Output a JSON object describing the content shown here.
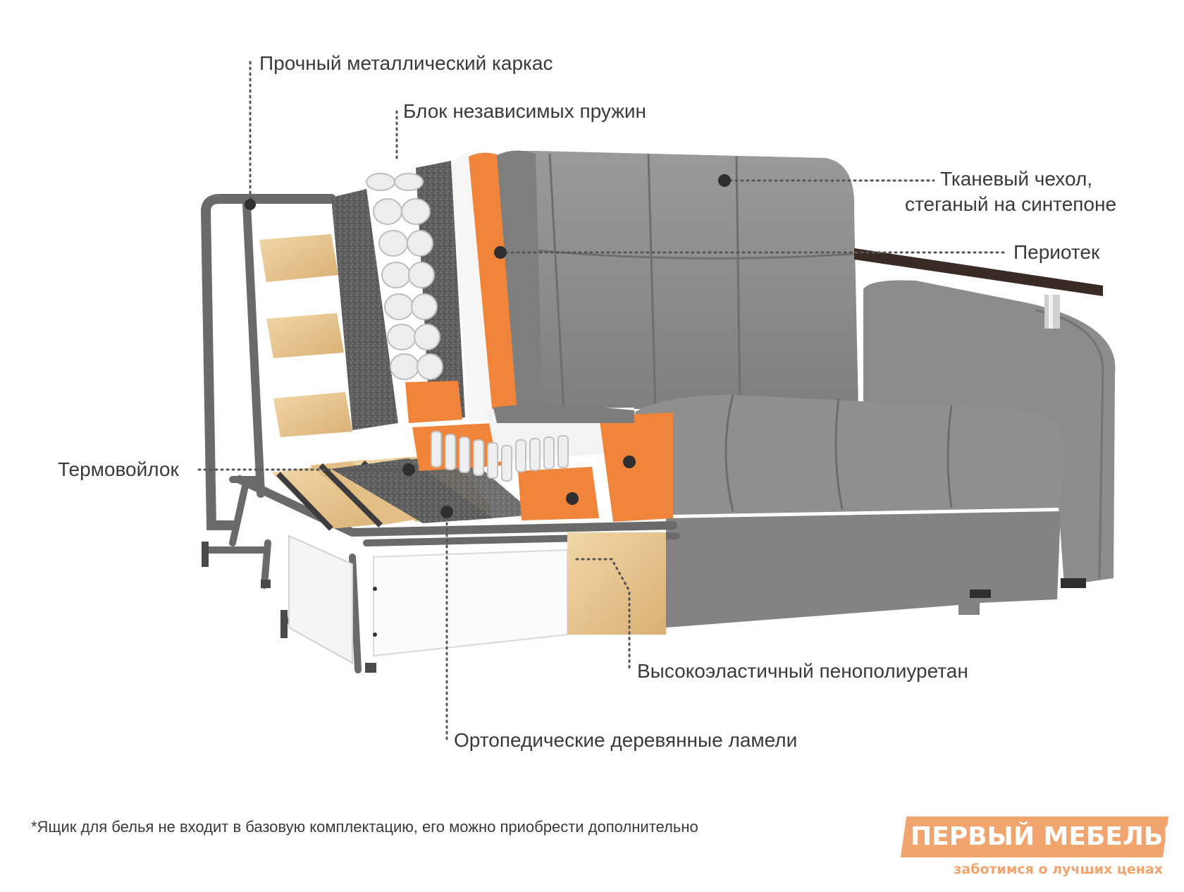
{
  "labels": {
    "frame": "Прочный металлический каркас",
    "springs": "Блок независимых пружин",
    "cover_line1": "Тканевый чехол,",
    "cover_line2": "стеганый на синтепоне",
    "periotek": "Периотек",
    "felt": "Термовойлок",
    "foam": "Высокоэластичный пенополиуретан",
    "lamels": "Ортопедические деревянные ламели"
  },
  "footnote": "*Ящик для белья не входит в базовую комплектацию, его можно приобрести дополнительно",
  "logo": {
    "main": "ПЕРВЫЙ МЕБЕЛЬНЫЙ",
    "tagline": "заботимся о лучших ценах"
  },
  "colors": {
    "fabric": "#8d8d8d",
    "fabric_dark": "#6f6f6f",
    "frame_metal": "#6a6a6a",
    "wood": "#e6c58f",
    "foam_orange": "#f0843a",
    "felt": "#5b5b5b",
    "spring": "#e9e9e9",
    "armrest_wood": "#3a2a26",
    "leader": "#555555",
    "brand": "#f2a46e"
  }
}
